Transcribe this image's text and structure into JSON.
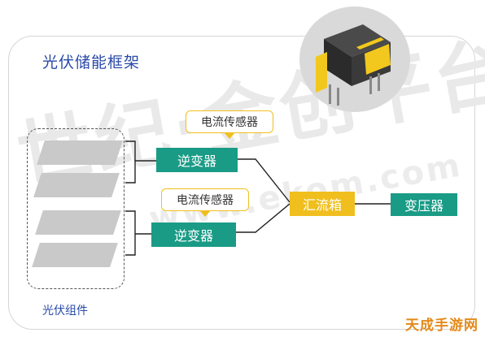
{
  "title": "光伏储能框架",
  "watermark": "世纪·金创平台",
  "watermark_url": "www.ekom.com",
  "module_group_label": "光伏组件",
  "inverters": [
    {
      "label": "逆变器",
      "sensor_label": "电流传感器"
    },
    {
      "label": "逆变器",
      "sensor_label": "电流传感器"
    }
  ],
  "combiner_box": "汇流箱",
  "transformer": "变压器",
  "brand_watermark": "天成手游网",
  "colors": {
    "teal": "#1a9b86",
    "gold": "#f0bf1e",
    "title_blue": "#2a4aa8"
  },
  "icons": [
    "current-sensor-photo"
  ]
}
